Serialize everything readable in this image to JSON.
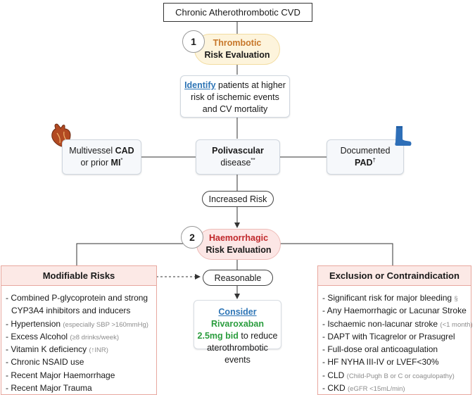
{
  "title": "Chronic Atherothrombotic CVD",
  "step1": {
    "number": "1",
    "line1": "Thrombotic",
    "line2": "Risk Evaluation"
  },
  "identify": {
    "keyword": "Identify",
    "rest1": " patients at higher",
    "line2": "risk of ischemic events",
    "line3": "and CV mortality"
  },
  "multivessel": {
    "pre1": "Multivessel ",
    "bold1": "CAD",
    "pre2": "or prior ",
    "bold2": "MI",
    "sup": "*"
  },
  "polivascular": {
    "line1": "Polivascular",
    "line2": "disease",
    "sup": "**"
  },
  "documented": {
    "line1": "Documented",
    "bold": "PAD",
    "sup": "†"
  },
  "increased_risk": "Increased Risk",
  "step2": {
    "number": "2",
    "line1": "Haemorrhagic",
    "line2": "Risk Evaluation"
  },
  "reasonable": "Reasonable",
  "consider": {
    "keyword": "Consider",
    "drug": "Rivaroxaban",
    "dose": "2.5mg bid",
    "rest": " to reduce",
    "line3": "aterothrombotic events"
  },
  "modifiable": {
    "title": "Modifiable Risks",
    "items": [
      {
        "text": "- Combined P-glycoprotein and strong",
        "note": ""
      },
      {
        "text": "  CYP3A4 inhibitors and inducers",
        "note": ""
      },
      {
        "text": "- Hypertension ",
        "note": "(especially SBP >160mmHg)"
      },
      {
        "text": "- Excess Alcohol ",
        "note": "(≥8 drinks/week)"
      },
      {
        "text": "- Vitamin K deficiency ",
        "note": "(↑INR)"
      },
      {
        "text": "- Chronic NSAID use",
        "note": ""
      },
      {
        "text": "- Recent Major Haemorrhage",
        "note": ""
      },
      {
        "text": "- Recent Major Trauma",
        "note": ""
      }
    ]
  },
  "exclusion": {
    "title": "Exclusion or Contraindication",
    "items": [
      {
        "text": "- Significant risk for major bleeding ",
        "note": "§"
      },
      {
        "text": "- Any Haemorrhagic or Lacunar Stroke",
        "note": ""
      },
      {
        "text": "- Ischaemic non-lacunar stroke ",
        "note": "(<1 month)"
      },
      {
        "text": "- DAPT with Ticagrelor or Prasugrel",
        "note": ""
      },
      {
        "text": "- Full-dose oral anticoagulation",
        "note": ""
      },
      {
        "text": "- HF NYHA III-IV or LVEF<30%",
        "note": ""
      },
      {
        "text": "- CLD ",
        "note": "(Child-Pugh B or C or coagulopathy)"
      },
      {
        "text": "- CKD ",
        "note": "(eGFR <15mL/min)"
      }
    ]
  },
  "colors": {
    "thrombotic": "#c7772a",
    "haemorrhagic": "#c0282b",
    "blue": "#2e75b6",
    "green": "#2b9d3e",
    "panel_border": "#e8a89f"
  }
}
